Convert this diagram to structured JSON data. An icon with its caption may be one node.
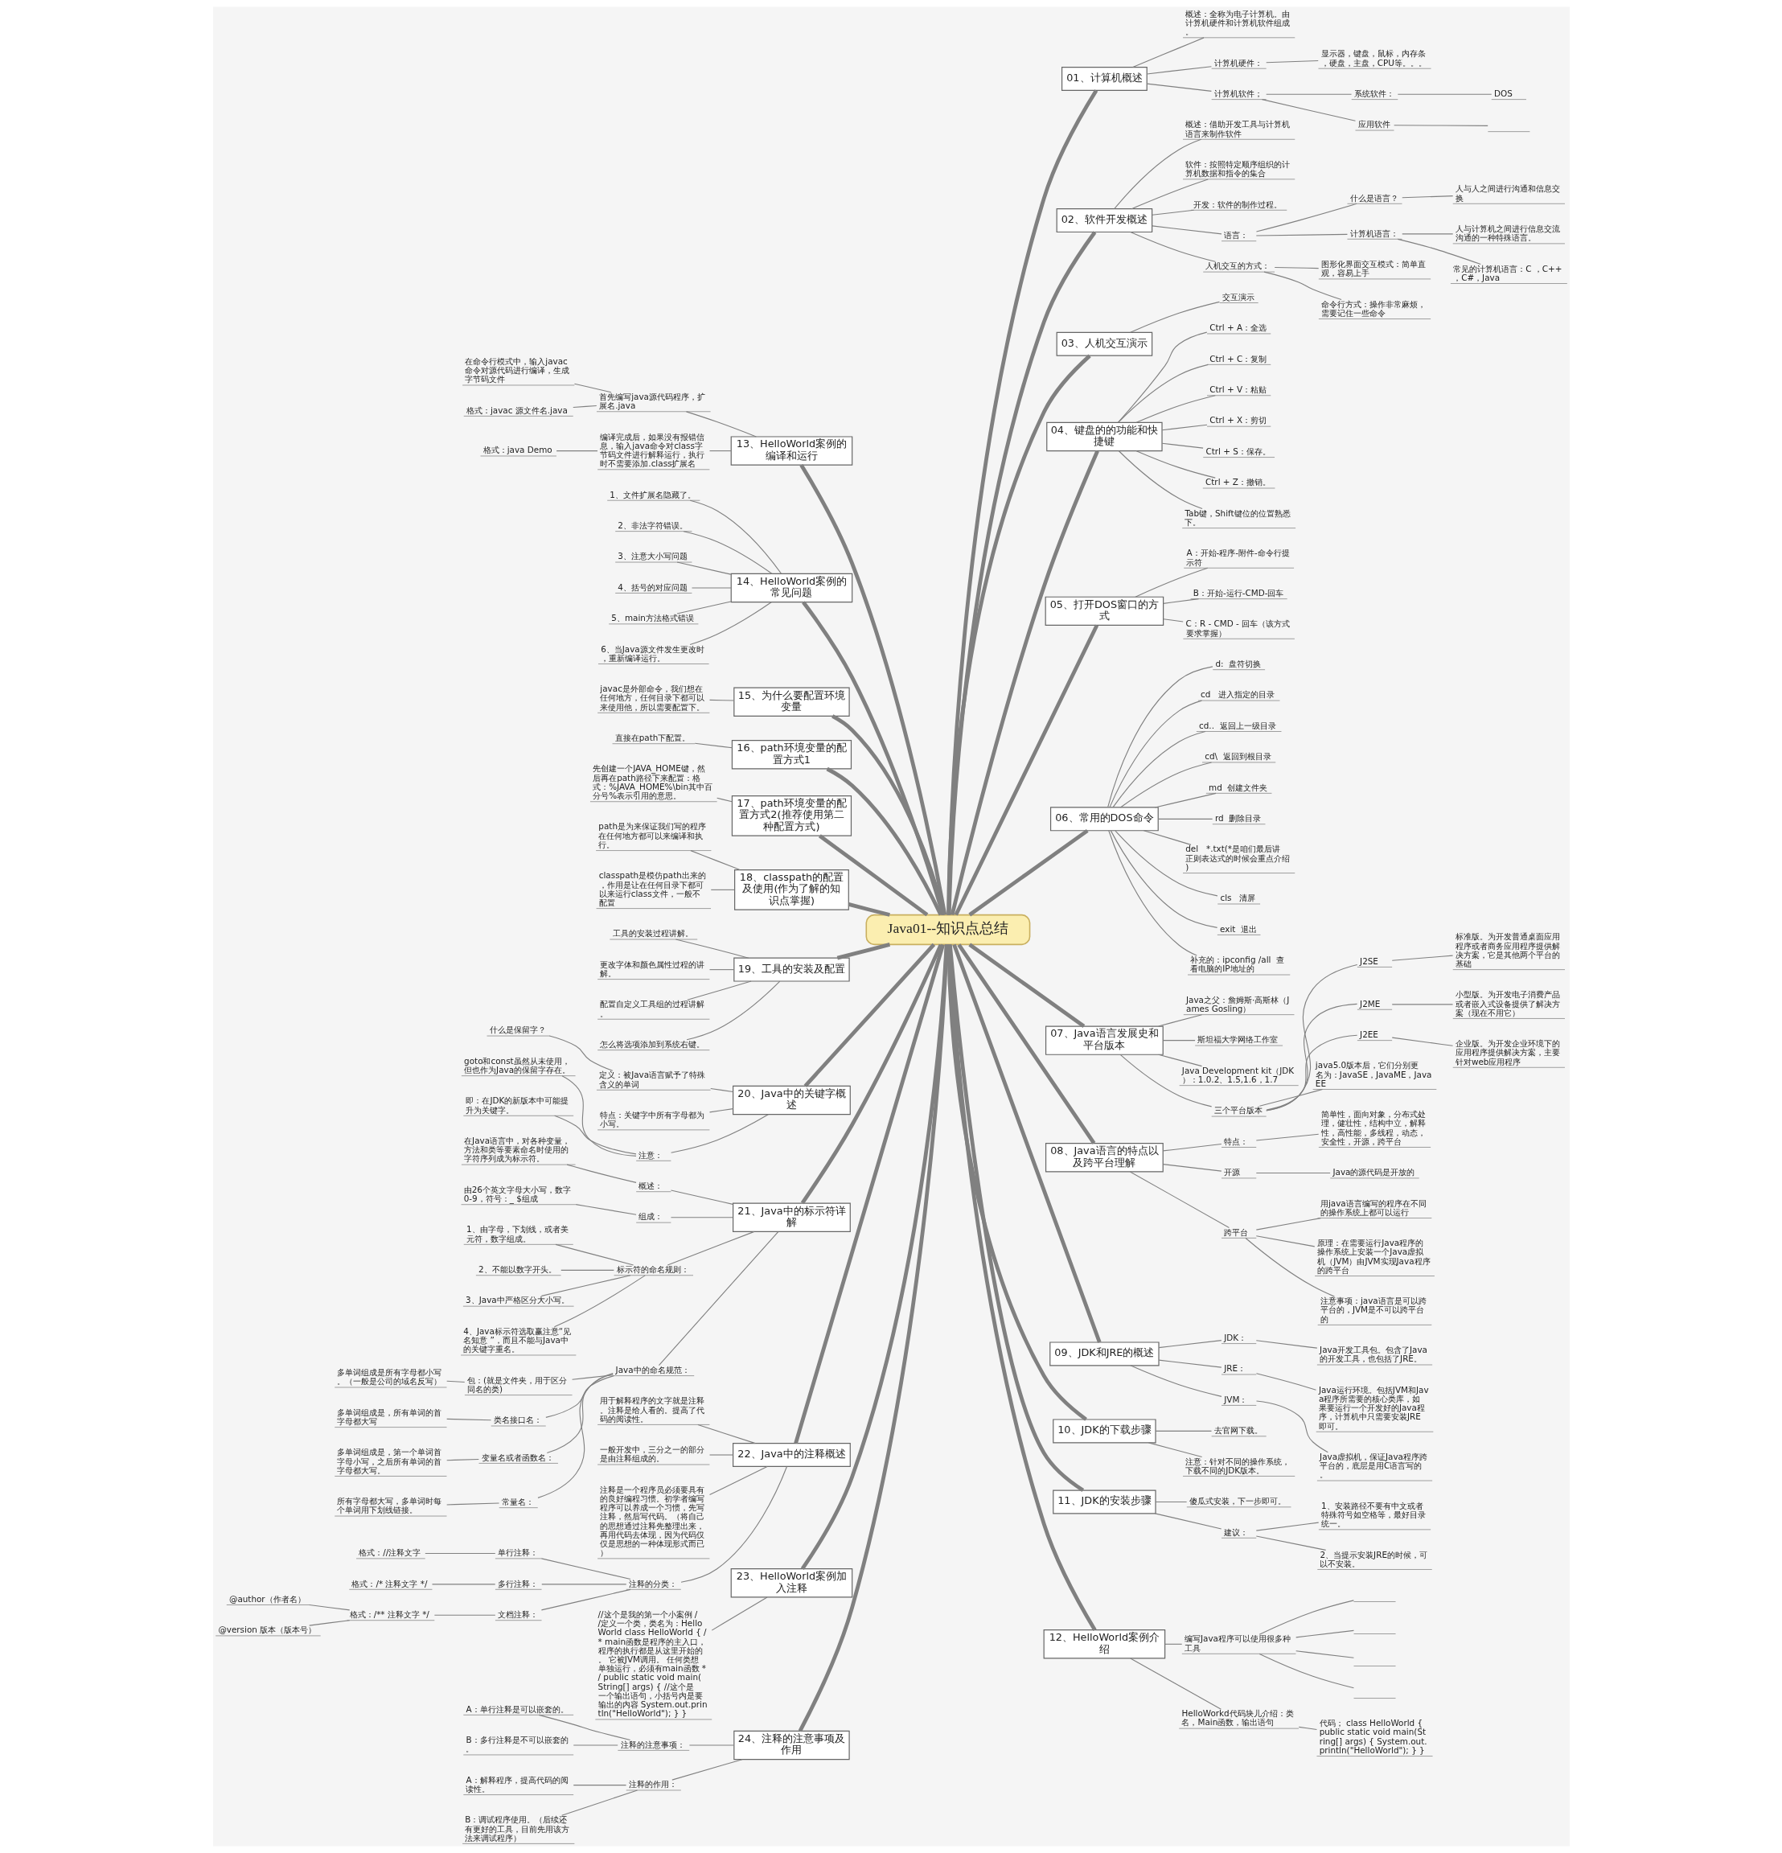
{
  "diagram": {
    "nodes": [
      {
        "text": [
          "Java01--知识点总结"
        ]
      },
      {
        "text": [
          "01、计算机概述"
        ]
      },
      {
        "text": [
          "概述：全称为电子计算机。由计算机硬件和计算机软件组成。"
        ]
      },
      {
        "text": [
          "计算机硬件："
        ]
      },
      {
        "text": [
          "显示器，键盘，鼠标，内存条，硬盘，主盘，CPU等。。。"
        ]
      },
      {
        "text": [
          "计算机软件；"
        ]
      },
      {
        "text": [
          "系统软件："
        ]
      },
      {
        "text": [
          "DOS"
        ]
      },
      {
        "text": [
          "应用软件"
        ]
      },
      {
        "text": [],
        "shape": "box"
      },
      {
        "text": [
          "02、软件开发概述"
        ]
      },
      {
        "text": [
          "概述：借助开发工具与计算机语言来制作软件"
        ]
      },
      {
        "text": [
          "软件：按照特定顺序组织的计算机数据和指令的集合"
        ]
      },
      {
        "text": [
          "开发：软件的制作过程。"
        ]
      },
      {
        "text": [
          "语言："
        ]
      },
      {
        "text": [
          "什么是语言？"
        ]
      },
      {
        "text": [
          "人与人之间进行沟通和信息交换"
        ]
      },
      {
        "text": [
          "计算机语言："
        ]
      },
      {
        "text": [
          "人与计算机之间进行信息交流沟通的一种特殊语言。"
        ]
      },
      {
        "text": [
          "常见的计算机语言：C ，C++，C#，Java"
        ]
      },
      {
        "text": [
          "人机交互的方式："
        ]
      },
      {
        "text": [
          "图形化界面交互模式：简单直观，容易上手"
        ]
      },
      {
        "text": [
          "命令行方式：操作非常麻烦，需要记住一些命令"
        ]
      },
      {
        "text": [
          "03、人机交互演示"
        ]
      },
      {
        "text": [
          "交互演示"
        ]
      },
      {
        "text": [
          "04、键盘的的功能和快捷键"
        ]
      },
      {
        "text": [
          "Ctrl + A：全选"
        ]
      },
      {
        "text": [
          "Ctrl + C：复制"
        ]
      },
      {
        "text": [
          "Ctrl + V：粘贴"
        ]
      },
      {
        "text": [
          "Ctrl + X：剪切"
        ]
      },
      {
        "text": [
          "Ctrl + S：保存。"
        ]
      },
      {
        "text": [
          "Ctrl + Z：撤销。"
        ]
      },
      {
        "text": [
          "Tab键，Shift键位的位置熟悉下。"
        ]
      },
      {
        "text": [
          "05、打开DOS窗口的方式"
        ]
      },
      {
        "text": [
          "A：开始-程序-附件-命令行提示符"
        ]
      },
      {
        "text": [
          "B：开始-运行-CMD-回车"
        ]
      },
      {
        "text": [
          "C：R - CMD - 回车（该方式要求掌握）"
        ]
      },
      {
        "text": [
          "06、常用的DOS命令"
        ]
      },
      {
        "text": [
          "d:  盘符切换"
        ]
      },
      {
        "text": [
          "cd   进入指定的目录"
        ]
      },
      {
        "text": [
          "cd..  返回上一级目录"
        ]
      },
      {
        "text": [
          "cd\\  返回到根目录"
        ]
      },
      {
        "text": [
          "md  创建文件夹"
        ]
      },
      {
        "text": [
          "rd  删除目录"
        ]
      },
      {
        "text": [
          "del   *.txt(*是咱们最后讲正则表达式的时候会重点介绍)"
        ]
      },
      {
        "text": [
          "cls   清屏"
        ]
      },
      {
        "text": [
          "exit  退出"
        ]
      },
      {
        "text": [
          "补充的：ipconfig /all  查看电脑的IP地址的"
        ]
      },
      {
        "text": [
          "07、Java语言发展史和平台版本"
        ]
      },
      {
        "text": [
          "Java之父：詹姆斯·高斯林（James Gosling）"
        ]
      },
      {
        "text": [
          "斯坦福大学网络工作室"
        ]
      },
      {
        "text": [
          "Java Development kit（JDK）：1.0.2、1.5,1.6，1.7"
        ]
      },
      {
        "text": [
          "三个平台版本"
        ]
      },
      {
        "text": [
          "J2SE"
        ]
      },
      {
        "text": [
          "标准版。为开发普通桌面应用程序或者商务应用程序提供解决方案，它是其他两个平台的基础"
        ]
      },
      {
        "text": [
          "J2ME"
        ]
      },
      {
        "text": [
          "小型版。为开发电子消费产品或者嵌入式设备提供了解决方案（现在不用它）"
        ]
      },
      {
        "text": [
          "J2EE"
        ]
      },
      {
        "text": [
          "企业版。为开发企业环境下的应用程序提供解决方案，主要针对web应用程序"
        ]
      },
      {
        "text": [
          "java5.0版本后，它们分别更名为：JavaSE，JavaME，JavaEE"
        ]
      },
      {
        "text": [
          "08、Java语言的特点以及跨平台理解"
        ]
      },
      {
        "text": [
          "特点："
        ]
      },
      {
        "text": [
          "简单性，面向对象，分布式处理，健壮性，结构中立，解释性，高性能，多线程，动态，安全性，开源，跨平台"
        ]
      },
      {
        "text": [
          "开源"
        ]
      },
      {
        "text": [
          "Java的源代码是开放的"
        ]
      },
      {
        "text": [
          "跨平台"
        ]
      },
      {
        "text": [
          "用java语言编写的程序在不同的操作系统上都可以运行"
        ]
      },
      {
        "text": [
          "原理：在需要运行Java程序的操作系统上安装一个Java虚拟机（JVM）由JVM实现Java程序的跨平台"
        ]
      },
      {
        "text": [
          "注意事项：java语言是可以跨平台的，JVM是不可以跨平台的"
        ]
      },
      {
        "text": [
          "09、JDK和JRE的概述"
        ]
      },
      {
        "text": [
          "JDK："
        ]
      },
      {
        "text": [
          "Java开发工具包。包含了Java的开发工具，也包括了JRE。"
        ]
      },
      {
        "text": [
          "JRE："
        ]
      },
      {
        "text": [
          "Java运行环境。包括JVM和Java程序所需要的核心类库，如果要运行一个开发好的Java程序，计算机中只需要安装JRE即可。"
        ]
      },
      {
        "text": [
          "JVM："
        ]
      },
      {
        "text": [
          "Java虚拟机，保证Java程序跨平台的，底层是用C语言写的。"
        ]
      },
      {
        "text": [
          "10、JDK的下载步骤"
        ]
      },
      {
        "text": [
          "去官网下载。"
        ]
      },
      {
        "text": [
          "注意：针对不同的操作系统，下载不同的JDK版本。"
        ]
      },
      {
        "text": [
          "11、JDK的安装步骤"
        ]
      },
      {
        "text": [
          "傻瓜式安装，下一步即可。"
        ]
      },
      {
        "text": [
          "建议："
        ]
      },
      {
        "text": [
          "1、安装路径不要有中文或者特殊符号如空格等，最好目录统一。"
        ]
      },
      {
        "text": [
          "2、当提示安装JRE的时候，可以不安装。"
        ]
      },
      {
        "text": [
          "12、HelloWorld案例介绍"
        ]
      },
      {
        "text": [
          "编写Java程序可以使用很多种工具"
        ]
      },
      {
        "text": [],
        "shape": "box"
      },
      {
        "text": [],
        "shape": "box"
      },
      {
        "text": [],
        "shape": "box"
      },
      {
        "text": [],
        "shape": "box"
      },
      {
        "text": [
          "HelloWorkd代码块儿介绍：类名，Main函数，输出语句"
        ]
      },
      {
        "text": [
          "代码； class HelloWorld { public static void main(String[] args) { System.out.println(\"HelloWorld\"); } }"
        ]
      },
      {
        "text": [
          "13、HelloWorld案例的编译和运行"
        ]
      },
      {
        "text": [
          "首先编写java源代码程序，扩展名.java"
        ]
      },
      {
        "text": [
          "在命令行模式中，输入javac命令对源代码进行编译，生成字节码文件"
        ]
      },
      {
        "text": [
          "格式：javac 源文件名.java"
        ]
      },
      {
        "text": [
          "编译完成后，如果没有报错信息，输入java命令对class字节码文件进行解释运行，执行时不需要添加.class扩展名"
        ]
      },
      {
        "text": [
          "格式：java Demo"
        ]
      },
      {
        "text": [
          "14、HelloWorld案例的常见问题"
        ]
      },
      {
        "text": [
          "1、文件扩展名隐藏了。"
        ]
      },
      {
        "text": [
          "2、非法字符错误。"
        ]
      },
      {
        "text": [
          "3、注意大小写问题"
        ]
      },
      {
        "text": [
          "4、括号的对应问题"
        ]
      },
      {
        "text": [
          "5、main方法格式错误"
        ]
      },
      {
        "text": [
          "6、当Java源文件发生更改时，重新编译运行。"
        ]
      },
      {
        "text": [
          "15、为什么要配置环境变量"
        ]
      },
      {
        "text": [
          "javac是外部命令，我们想在任何地方，任何目录下都可以来使用他，所以需要配置下。"
        ]
      },
      {
        "text": [
          "16、path环境变量的配置方式1"
        ]
      },
      {
        "text": [
          "直接在path下配置。"
        ]
      },
      {
        "text": [
          "17、path环境变量的配置方式2(推荐使用第二种配置方式)"
        ]
      },
      {
        "text": [
          "先创建一个JAVA_HOME键，然后再在path路径下来配置：格式：%JAVA_HOME%\\bin其中百分号%表示引用的意思。"
        ]
      },
      {
        "text": [
          "18、classpath的配置及使用(作为了解的知识点掌握)"
        ]
      },
      {
        "text": [
          "path是为来保证我们写的程序在任何地方都可以来编译和执行。"
        ]
      },
      {
        "text": [
          "classpath是模仿path出来的，作用是让在任何目录下都可以来运行class文件，一般不配置"
        ]
      },
      {
        "text": [
          "19、工具的安装及配置"
        ]
      },
      {
        "text": [
          "工具的安装过程讲解。"
        ]
      },
      {
        "text": [
          "更改字体和颜色属性过程的讲解。"
        ]
      },
      {
        "text": [
          "配置自定义工具组的过程讲解。"
        ]
      },
      {
        "text": [
          "怎么将选项添加到系统右键。"
        ]
      },
      {
        "text": [
          "20、Java中的关键字概述"
        ]
      },
      {
        "text": [
          "定义：被Java语言赋予了特殊含义的单词"
        ]
      },
      {
        "text": [
          "什么是保留字？"
        ]
      },
      {
        "text": [
          "特点：关键字中所有字母都为小写。"
        ]
      },
      {
        "text": [
          "注意："
        ]
      },
      {
        "text": [
          "goto和const虽然从未使用，但也作为Java的保留字存在。"
        ]
      },
      {
        "text": [
          "即：在JDK的新版本中可能提升为关键字。"
        ]
      },
      {
        "text": [
          "21、Java中的标示符详解"
        ]
      },
      {
        "text": [
          "概述："
        ]
      },
      {
        "text": [
          "在Java语言中，对各种变量，方法和类等要素命名时使用的字符序列成为标示符。"
        ]
      },
      {
        "text": [
          "组成："
        ]
      },
      {
        "text": [
          "由26个英文字母大小写，数字0-9，符号：_ $组成"
        ]
      },
      {
        "text": [
          "标示符的命名规则："
        ]
      },
      {
        "text": [
          "1、由字母，下划线，或者美元符，数字组成。"
        ]
      },
      {
        "text": [
          "2、不能以数字开头。"
        ]
      },
      {
        "text": [
          "3、Java中严格区分大小写。"
        ]
      },
      {
        "text": [
          "4、Java标示符选取赢注意“见名知意 ”，而且不能与Java中的关键字重名。"
        ]
      },
      {
        "text": [
          "Java中的命名规范："
        ]
      },
      {
        "text": [
          "包：(就是文件夹，用于区分同名的类)"
        ]
      },
      {
        "text": [
          "多单词组成是所有字母都小写。（一般是公司的域名反写）"
        ]
      },
      {
        "text": [
          "类名接口名："
        ]
      },
      {
        "text": [
          "多单词组成是，所有单词的首字母都大写"
        ]
      },
      {
        "text": [
          "变量名或者函数名："
        ]
      },
      {
        "text": [
          "多单词组成是，第一个单词首字母小写，之后所有单词的首字母都大写。"
        ]
      },
      {
        "text": [
          "常量名："
        ]
      },
      {
        "text": [
          "所有字母都大写，多单词时每个单词用下划线链接。"
        ]
      },
      {
        "text": [
          "22、Java中的注释概述"
        ]
      },
      {
        "text": [
          "用于解释程序的文字就是注释。注释是给人看的。提高了代码的阅读性。"
        ]
      },
      {
        "text": [
          "一般开发中，三分之一的部分是由注释组成的。"
        ]
      },
      {
        "text": [
          "注释是一个程序员必须要具有的良好编程习惯。初学者编写程序可以养成一个习惯，先写注释，然后写代码。（将自己的思想通过注释先整理出来，再用代码去体现，因为代码仅仅是思想的一种体现形式而已）"
        ]
      },
      {
        "text": [
          "注释的分类："
        ]
      },
      {
        "text": [
          "单行注释："
        ]
      },
      {
        "text": [
          "格式：//注释文字"
        ]
      },
      {
        "text": [
          "多行注释："
        ]
      },
      {
        "text": [
          "格式：/* 注释文字 */"
        ]
      },
      {
        "text": [
          "文档注释："
        ]
      },
      {
        "text": [
          "格式：/** 注释文字 */"
        ]
      },
      {
        "text": [
          "@author（作者名）"
        ]
      },
      {
        "text": [
          "@version 版本（版本号）"
        ]
      },
      {
        "text": [
          "23、HelloWorld案例加入注释"
        ]
      },
      {
        "text": [
          "//这个是我的第一个小案例 //定义一个类，类名为：HelloWorld class HelloWorld { /* main函数是程序的主入口，程序的执行都是从这里开始的。 它被JVM调用。 任何类想单独运行，必须有main函数 */ public static void main(String[] args) { //这个是一个输出语句，小括号内是要输出的内容 System.out.println(\"HelloWorld\"); } }"
        ]
      },
      {
        "text": [
          "24、注释的注意事项及作用"
        ]
      },
      {
        "text": [
          "注释的注意事项："
        ]
      },
      {
        "text": [
          "A：单行注释是可以嵌套的。"
        ]
      },
      {
        "text": [
          "B：多行注释是不可以嵌套的。"
        ]
      },
      {
        "text": [
          "注释的作用："
        ]
      },
      {
        "text": [
          "A：解释程序，提高代码的阅读性。"
        ]
      },
      {
        "text": [
          "B：调试程序使用。（后续还有更好的工具，目前先用该方法来调试程序）"
        ]
      }
    ],
    "edges": [
      {
        "from": 0,
        "to": 1,
        "arrow": "none",
        "style": "thick"
      },
      {
        "from": 1,
        "to": 2,
        "arrow": "none"
      },
      {
        "from": 1,
        "to": 3,
        "arrow": "none"
      },
      {
        "from": 3,
        "to": 4,
        "arrow": "none"
      },
      {
        "from": 1,
        "to": 5,
        "arrow": "none"
      },
      {
        "from": 5,
        "to": 6,
        "arrow": "none"
      },
      {
        "from": 6,
        "to": 7,
        "arrow": "none"
      },
      {
        "from": 5,
        "to": 8,
        "arrow": "none"
      },
      {
        "from": 8,
        "to": 9,
        "arrow": "none"
      },
      {
        "from": 0,
        "to": 10,
        "arrow": "none",
        "style": "thick"
      },
      {
        "from": 10,
        "to": 11,
        "arrow": "none"
      },
      {
        "from": 10,
        "to": 12,
        "arrow": "none"
      },
      {
        "from": 10,
        "to": 13,
        "arrow": "none"
      },
      {
        "from": 10,
        "to": 14,
        "arrow": "none"
      },
      {
        "from": 14,
        "to": 15,
        "arrow": "none"
      },
      {
        "from": 15,
        "to": 16,
        "arrow": "none"
      },
      {
        "from": 14,
        "to": 17,
        "arrow": "none"
      },
      {
        "from": 17,
        "to": 18,
        "arrow": "none"
      },
      {
        "from": 17,
        "to": 19,
        "arrow": "none"
      },
      {
        "from": 10,
        "to": 20,
        "arrow": "none"
      },
      {
        "from": 20,
        "to": 21,
        "arrow": "none"
      },
      {
        "from": 20,
        "to": 22,
        "arrow": "none"
      },
      {
        "from": 0,
        "to": 23,
        "arrow": "none",
        "style": "thick"
      },
      {
        "from": 23,
        "to": 24,
        "arrow": "none"
      },
      {
        "from": 0,
        "to": 25,
        "arrow": "none",
        "style": "thick"
      },
      {
        "from": 25,
        "to": 26,
        "arrow": "none"
      },
      {
        "from": 25,
        "to": 27,
        "arrow": "none"
      },
      {
        "from": 25,
        "to": 28,
        "arrow": "none"
      },
      {
        "from": 25,
        "to": 29,
        "arrow": "none"
      },
      {
        "from": 25,
        "to": 30,
        "arrow": "none"
      },
      {
        "from": 25,
        "to": 31,
        "arrow": "none"
      },
      {
        "from": 25,
        "to": 32,
        "arrow": "none"
      },
      {
        "from": 0,
        "to": 33,
        "arrow": "none",
        "style": "thick"
      },
      {
        "from": 33,
        "to": 34,
        "arrow": "none"
      },
      {
        "from": 33,
        "to": 35,
        "arrow": "none"
      },
      {
        "from": 33,
        "to": 36,
        "arrow": "none"
      },
      {
        "from": 0,
        "to": 37,
        "arrow": "none",
        "style": "thick"
      },
      {
        "from": 37,
        "to": 38,
        "arrow": "none"
      },
      {
        "from": 37,
        "to": 39,
        "arrow": "none"
      },
      {
        "from": 37,
        "to": 40,
        "arrow": "none"
      },
      {
        "from": 37,
        "to": 41,
        "arrow": "none"
      },
      {
        "from": 37,
        "to": 42,
        "arrow": "none"
      },
      {
        "from": 37,
        "to": 43,
        "arrow": "none"
      },
      {
        "from": 37,
        "to": 44,
        "arrow": "none"
      },
      {
        "from": 37,
        "to": 45,
        "arrow": "none"
      },
      {
        "from": 37,
        "to": 46,
        "arrow": "none"
      },
      {
        "from": 37,
        "to": 47,
        "arrow": "none"
      },
      {
        "from": 0,
        "to": 48,
        "arrow": "none",
        "style": "thick"
      },
      {
        "from": 48,
        "to": 49,
        "arrow": "none"
      },
      {
        "from": 48,
        "to": 50,
        "arrow": "none"
      },
      {
        "from": 48,
        "to": 51,
        "arrow": "none"
      },
      {
        "from": 48,
        "to": 52,
        "arrow": "none"
      },
      {
        "from": 52,
        "to": 53,
        "arrow": "none"
      },
      {
        "from": 53,
        "to": 54,
        "arrow": "none"
      },
      {
        "from": 52,
        "to": 55,
        "arrow": "none"
      },
      {
        "from": 55,
        "to": 56,
        "arrow": "none"
      },
      {
        "from": 52,
        "to": 57,
        "arrow": "none"
      },
      {
        "from": 57,
        "to": 58,
        "arrow": "none"
      },
      {
        "from": 52,
        "to": 59,
        "arrow": "none"
      },
      {
        "from": 0,
        "to": 60,
        "arrow": "none",
        "style": "thick"
      },
      {
        "from": 60,
        "to": 61,
        "arrow": "none"
      },
      {
        "from": 61,
        "to": 62,
        "arrow": "none"
      },
      {
        "from": 60,
        "to": 63,
        "arrow": "none"
      },
      {
        "from": 63,
        "to": 64,
        "arrow": "none"
      },
      {
        "from": 60,
        "to": 65,
        "arrow": "none"
      },
      {
        "from": 65,
        "to": 66,
        "arrow": "none"
      },
      {
        "from": 65,
        "to": 67,
        "arrow": "none"
      },
      {
        "from": 65,
        "to": 68,
        "arrow": "none"
      },
      {
        "from": 0,
        "to": 69,
        "arrow": "none",
        "style": "thick"
      },
      {
        "from": 69,
        "to": 70,
        "arrow": "none"
      },
      {
        "from": 70,
        "to": 71,
        "arrow": "none"
      },
      {
        "from": 69,
        "to": 72,
        "arrow": "none"
      },
      {
        "from": 72,
        "to": 73,
        "arrow": "none"
      },
      {
        "from": 69,
        "to": 74,
        "arrow": "none"
      },
      {
        "from": 74,
        "to": 75,
        "arrow": "none"
      },
      {
        "from": 0,
        "to": 76,
        "arrow": "none",
        "style": "thick"
      },
      {
        "from": 76,
        "to": 77,
        "arrow": "none"
      },
      {
        "from": 76,
        "to": 78,
        "arrow": "none"
      },
      {
        "from": 0,
        "to": 79,
        "arrow": "none",
        "style": "thick"
      },
      {
        "from": 79,
        "to": 80,
        "arrow": "none"
      },
      {
        "from": 79,
        "to": 81,
        "arrow": "none"
      },
      {
        "from": 81,
        "to": 82,
        "arrow": "none"
      },
      {
        "from": 81,
        "to": 83,
        "arrow": "none"
      },
      {
        "from": 0,
        "to": 84,
        "arrow": "none",
        "style": "thick"
      },
      {
        "from": 84,
        "to": 85,
        "arrow": "none"
      },
      {
        "from": 85,
        "to": 86,
        "arrow": "none"
      },
      {
        "from": 85,
        "to": 87,
        "arrow": "none"
      },
      {
        "from": 85,
        "to": 88,
        "arrow": "none"
      },
      {
        "from": 85,
        "to": 89,
        "arrow": "none"
      },
      {
        "from": 84,
        "to": 90,
        "arrow": "none"
      },
      {
        "from": 90,
        "to": 91,
        "arrow": "none"
      },
      {
        "from": 0,
        "to": 92,
        "arrow": "none",
        "style": "thick"
      },
      {
        "from": 92,
        "to": 93,
        "arrow": "none"
      },
      {
        "from": 93,
        "to": 94,
        "arrow": "none"
      },
      {
        "from": 93,
        "to": 95,
        "arrow": "none"
      },
      {
        "from": 92,
        "to": 96,
        "arrow": "none"
      },
      {
        "from": 96,
        "to": 97,
        "arrow": "none"
      },
      {
        "from": 0,
        "to": 98,
        "arrow": "none",
        "style": "thick"
      },
      {
        "from": 98,
        "to": 99,
        "arrow": "none"
      },
      {
        "from": 98,
        "to": 100,
        "arrow": "none"
      },
      {
        "from": 98,
        "to": 101,
        "arrow": "none"
      },
      {
        "from": 98,
        "to": 102,
        "arrow": "none"
      },
      {
        "from": 98,
        "to": 103,
        "arrow": "none"
      },
      {
        "from": 98,
        "to": 104,
        "arrow": "none"
      },
      {
        "from": 0,
        "to": 105,
        "arrow": "none",
        "style": "thick"
      },
      {
        "from": 105,
        "to": 106,
        "arrow": "none"
      },
      {
        "from": 0,
        "to": 107,
        "arrow": "none",
        "style": "thick"
      },
      {
        "from": 107,
        "to": 108,
        "arrow": "none"
      },
      {
        "from": 0,
        "to": 109,
        "arrow": "none",
        "style": "thick"
      },
      {
        "from": 109,
        "to": 110,
        "arrow": "none"
      },
      {
        "from": 0,
        "to": 111,
        "arrow": "none",
        "style": "thick"
      },
      {
        "from": 111,
        "to": 112,
        "arrow": "none"
      },
      {
        "from": 111,
        "to": 113,
        "arrow": "none"
      },
      {
        "from": 0,
        "to": 114,
        "arrow": "none",
        "style": "thick"
      },
      {
        "from": 114,
        "to": 115,
        "arrow": "none"
      },
      {
        "from": 114,
        "to": 116,
        "arrow": "none"
      },
      {
        "from": 114,
        "to": 117,
        "arrow": "none"
      },
      {
        "from": 114,
        "to": 118,
        "arrow": "none"
      },
      {
        "from": 0,
        "to": 119,
        "arrow": "none",
        "style": "thick"
      },
      {
        "from": 119,
        "to": 120,
        "arrow": "none"
      },
      {
        "from": 120,
        "to": 121,
        "arrow": "none"
      },
      {
        "from": 119,
        "to": 122,
        "arrow": "none"
      },
      {
        "from": 119,
        "to": 123,
        "arrow": "none"
      },
      {
        "from": 123,
        "to": 124,
        "arrow": "none"
      },
      {
        "from": 123,
        "to": 125,
        "arrow": "none"
      },
      {
        "from": 0,
        "to": 126,
        "arrow": "none",
        "style": "thick"
      },
      {
        "from": 126,
        "to": 127,
        "arrow": "none"
      },
      {
        "from": 127,
        "to": 128,
        "arrow": "none"
      },
      {
        "from": 126,
        "to": 129,
        "arrow": "none"
      },
      {
        "from": 129,
        "to": 130,
        "arrow": "none"
      },
      {
        "from": 126,
        "to": 131,
        "arrow": "none"
      },
      {
        "from": 131,
        "to": 132,
        "arrow": "none"
      },
      {
        "from": 131,
        "to": 133,
        "arrow": "none"
      },
      {
        "from": 131,
        "to": 134,
        "arrow": "none"
      },
      {
        "from": 131,
        "to": 135,
        "arrow": "none"
      },
      {
        "from": 126,
        "to": 136,
        "arrow": "none"
      },
      {
        "from": 136,
        "to": 137,
        "arrow": "none"
      },
      {
        "from": 137,
        "to": 138,
        "arrow": "none"
      },
      {
        "from": 136,
        "to": 139,
        "arrow": "none"
      },
      {
        "from": 139,
        "to": 140,
        "arrow": "none"
      },
      {
        "from": 136,
        "to": 141,
        "arrow": "none"
      },
      {
        "from": 141,
        "to": 142,
        "arrow": "none"
      },
      {
        "from": 136,
        "to": 143,
        "arrow": "none"
      },
      {
        "from": 143,
        "to": 144,
        "arrow": "none"
      },
      {
        "from": 0,
        "to": 145,
        "arrow": "none",
        "style": "thick"
      },
      {
        "from": 145,
        "to": 146,
        "arrow": "none"
      },
      {
        "from": 145,
        "to": 147,
        "arrow": "none"
      },
      {
        "from": 145,
        "to": 148,
        "arrow": "none"
      },
      {
        "from": 145,
        "to": 149,
        "arrow": "none"
      },
      {
        "from": 149,
        "to": 150,
        "arrow": "none"
      },
      {
        "from": 150,
        "to": 151,
        "arrow": "none"
      },
      {
        "from": 149,
        "to": 152,
        "arrow": "none"
      },
      {
        "from": 152,
        "to": 153,
        "arrow": "none"
      },
      {
        "from": 149,
        "to": 154,
        "arrow": "none"
      },
      {
        "from": 154,
        "to": 155,
        "arrow": "none"
      },
      {
        "from": 155,
        "to": 156,
        "arrow": "none"
      },
      {
        "from": 155,
        "to": 157,
        "arrow": "none"
      },
      {
        "from": 0,
        "to": 158,
        "arrow": "none",
        "style": "thick"
      },
      {
        "from": 158,
        "to": 159,
        "arrow": "none"
      },
      {
        "from": 0,
        "to": 160,
        "arrow": "none",
        "style": "thick"
      },
      {
        "from": 160,
        "to": 161,
        "arrow": "none"
      },
      {
        "from": 161,
        "to": 162,
        "arrow": "none"
      },
      {
        "from": 161,
        "to": 163,
        "arrow": "none"
      },
      {
        "from": 160,
        "to": 164,
        "arrow": "none"
      },
      {
        "from": 164,
        "to": 165,
        "arrow": "none"
      },
      {
        "from": 164,
        "to": 166,
        "arrow": "none"
      }
    ]
  }
}
